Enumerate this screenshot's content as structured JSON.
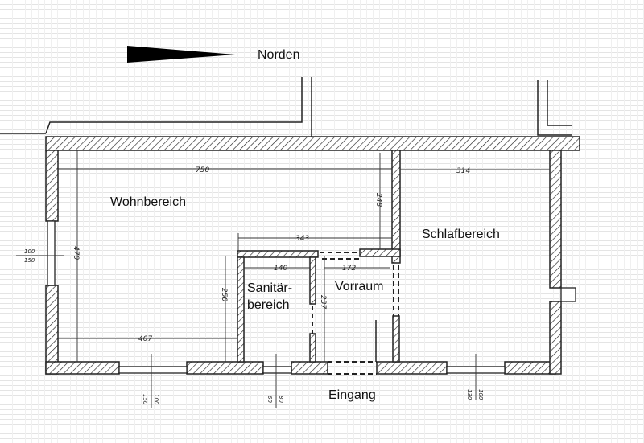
{
  "north": {
    "label": "Norden"
  },
  "rooms": {
    "living": "Wohnbereich",
    "bedroom": "Schlafbereich",
    "sanitary_1": "Sanitär-",
    "sanitary_2": "bereich",
    "hall": "Vorraum",
    "entrance": "Eingang"
  },
  "dimensions": {
    "living_width": "750",
    "living_depth": "470",
    "living_bottom": "407",
    "bedroom_width": "314",
    "partition_height": "248",
    "hall_top": "343",
    "sanitary_width": "140",
    "hall_width": "172",
    "sanitary_depth": "250",
    "hall_depth": "237",
    "window_left_a": "100",
    "window_left_b": "150",
    "window_bottom1_a": "150",
    "window_bottom1_b": "100",
    "window_bottom2_a": "60",
    "window_bottom2_b": "80",
    "window_bottom3_a": "130",
    "window_bottom3_b": "100"
  }
}
